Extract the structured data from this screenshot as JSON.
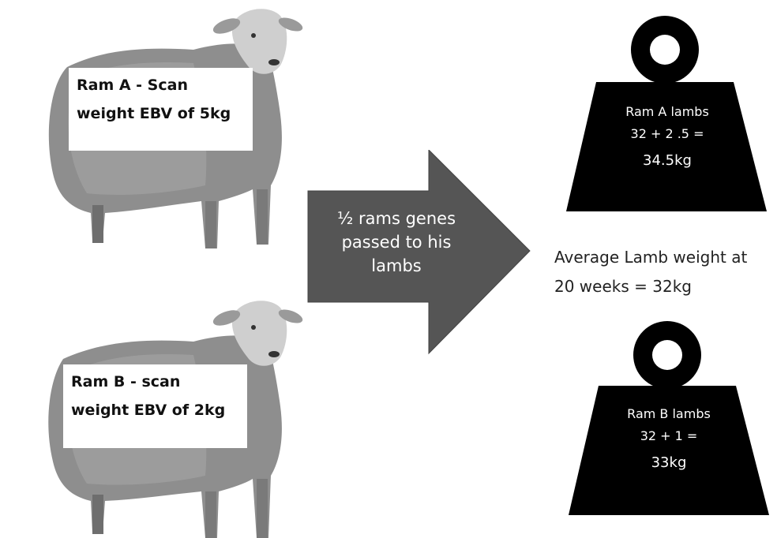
{
  "ram_a": {
    "label_line1": "Ram A - Scan",
    "label_line2": "weight EBV of 5kg"
  },
  "ram_b": {
    "label_line1": "Ram B - scan",
    "label_line2": "weight EBV of 2kg"
  },
  "arrow": {
    "line1": "½ rams genes",
    "line2": "passed to his",
    "line3": "lambs"
  },
  "weight_a": {
    "line1": "Ram A lambs",
    "line2": "32 + 2 .5 =",
    "line3": "34.5kg"
  },
  "weight_b": {
    "line1": "Ram B lambs",
    "line2": "32 + 1 =",
    "line3": "33kg"
  },
  "average": {
    "line1": "Average Lamb weight at",
    "line2": "20 weeks = 32kg"
  },
  "colors": {
    "arrow_fill": "#555555",
    "weight_fill": "#000000",
    "sheep_body": "#8a8a8a"
  }
}
